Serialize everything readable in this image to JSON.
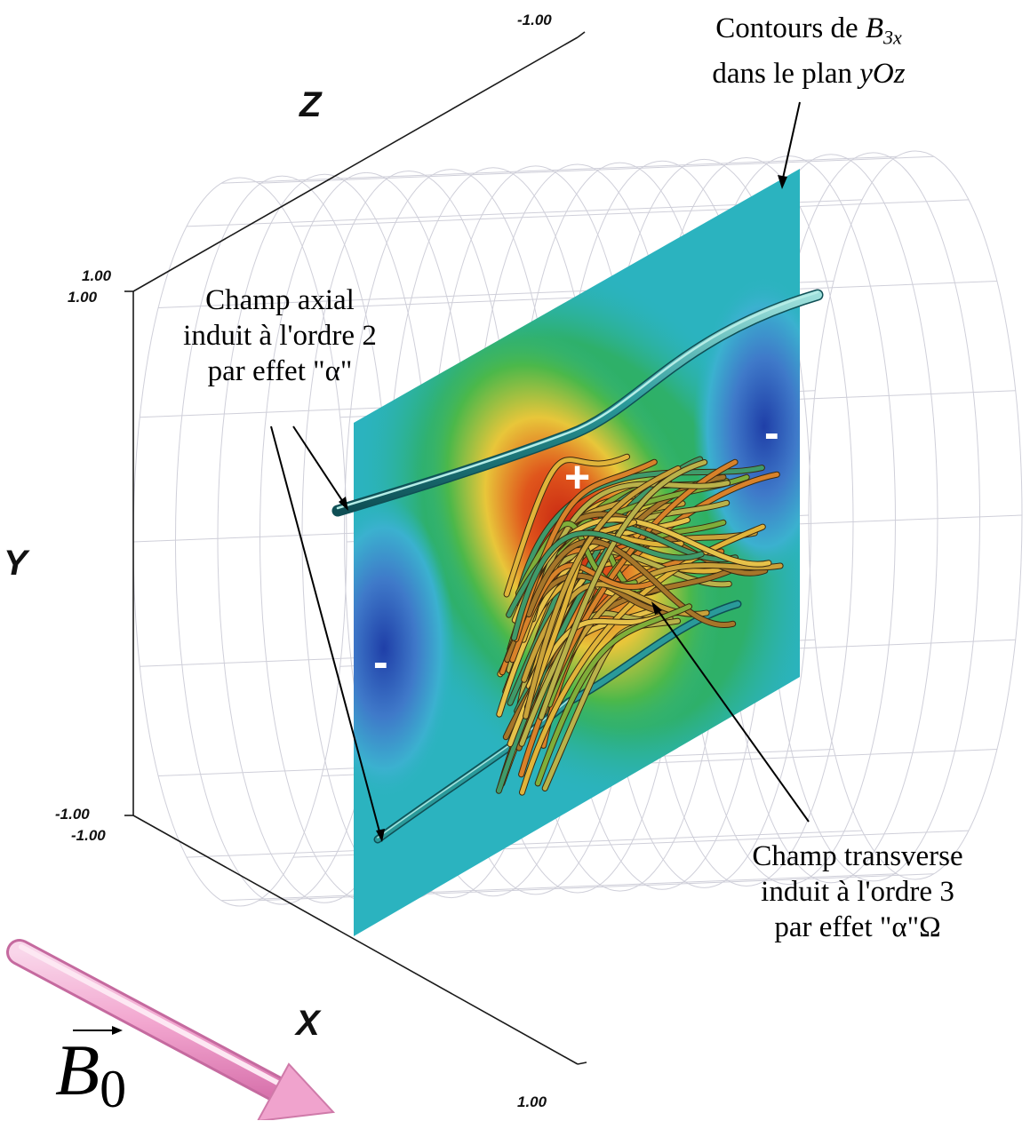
{
  "axes": {
    "x_label": "X",
    "y_label": "Y",
    "z_label": "Z",
    "ticks": {
      "z_far": "-1.00",
      "y_top_a": "1.00",
      "y_top_b": "1.00",
      "y_bottom": "-1.00",
      "x_origin": "-1.00",
      "x_far": "1.00"
    }
  },
  "annotations": {
    "contours_line1_prefix": "Contours de ",
    "contours_symbol": "B",
    "contours_subscript": "3x",
    "contours_line2_prefix": "dans le plan ",
    "contours_plane": "yOz",
    "axial_line1": "Champ axial",
    "axial_line2": "induit à l'ordre 2",
    "axial_line3": "par effet \"α\"",
    "transverse_line1": "Champ transverse",
    "transverse_line2": "induit à l'ordre 3",
    "transverse_line3": "par effet \"α\"Ω"
  },
  "signs": {
    "plus": "+",
    "minus_left": "-",
    "minus_right": "-"
  },
  "field_vector": {
    "symbol": "B",
    "subscript": "0"
  },
  "colors": {
    "arrow": "#f2a6cf",
    "plane_base": "#2bb3bf",
    "positive_core": "#c41f10",
    "negative_core": "#1f3fa8",
    "mesh": "#c7c7d3"
  }
}
